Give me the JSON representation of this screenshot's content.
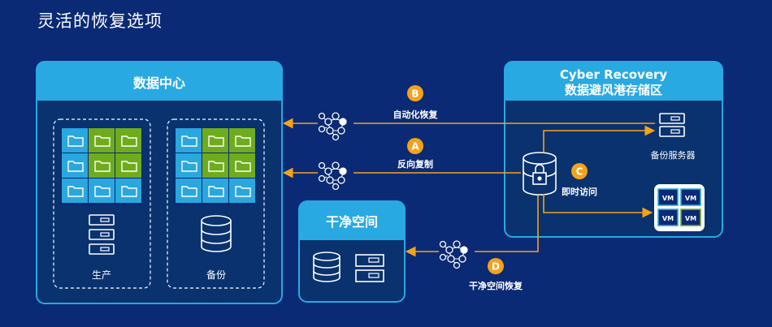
{
  "title": "灵活的恢复选项",
  "datacenter": {
    "header": "数据中心",
    "production_label": "生产",
    "backup_label": "备份"
  },
  "cyber_recovery": {
    "header_line1": "Cyber Recovery",
    "header_line2": "数据避风港存储区",
    "backup_server_label": "备份服务器"
  },
  "clean_room": {
    "header": "干净空间"
  },
  "vm_labels": [
    "VM",
    "VM",
    "VM",
    "VM"
  ],
  "flows": [
    {
      "badge": "B",
      "label": "自动化恢复"
    },
    {
      "badge": "A",
      "label": "反向复制"
    },
    {
      "badge": "C",
      "label": "即时访问"
    },
    {
      "badge": "D",
      "label": "干净空间恢复"
    }
  ],
  "colors": {
    "background": "#0a2a75",
    "header": "#29a9e1",
    "box": "#09326f",
    "accent": "#f5a21b",
    "folder_blue": "#2aa7de",
    "folder_green": "#6fac1d"
  }
}
